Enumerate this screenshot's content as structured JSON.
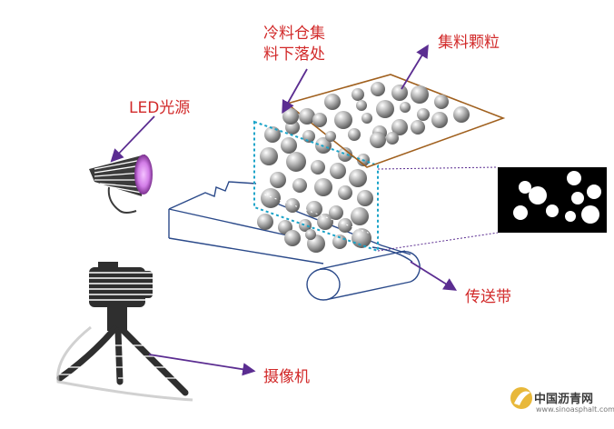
{
  "labels": {
    "led": "LED光源",
    "silo_line1": "冷料仓集",
    "silo_line2": "料下落处",
    "aggregate": "集料颗粒",
    "belt": "传送带",
    "camera": "摄像机"
  },
  "logo": {
    "name": "中国沥青网",
    "url": "www.sinoasphalt.com"
  },
  "colors": {
    "label": "#d22a2a",
    "arrow": "#5b2d91",
    "plane": "#a0601e",
    "belt": "#2b4a8a",
    "scan": "#1aa3c8"
  }
}
